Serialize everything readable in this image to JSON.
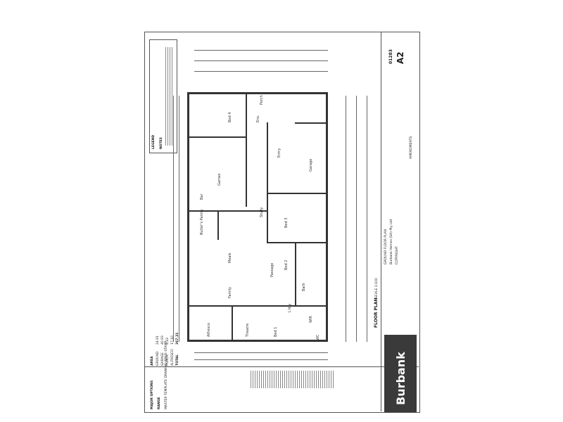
{
  "legend": {
    "title": "LEGEND",
    "notes_title": "NOTES"
  },
  "rooms": {
    "bed4": "Bed 4",
    "bed3": "Bed 3",
    "bed2": "Bed 2",
    "bed1": "Bed 1",
    "games": "Games",
    "bar": "Bar",
    "butlers_pantry": "Butler's Pantry",
    "meals": "Meals",
    "family": "Family",
    "theatre": "Theatre",
    "study": "Study",
    "garage": "Garage",
    "porch": "Porch",
    "entry": "Entry",
    "ens": "Ens.",
    "bath": "Bath",
    "ldry": "L'dry",
    "wir": "WIR",
    "wc": "WC",
    "passage": "Passage",
    "alfresco": "Alfresco"
  },
  "titleblock": {
    "job_no": "01283",
    "sheet_size": "A2",
    "drawing_title": "GROUND FLOOR PLAN",
    "amendments": "AMENDMENTS",
    "company": "Burbank Homes (SA) Pty Ltd",
    "copyright": "COPYRIGHT"
  },
  "brand": {
    "name": "Burbank"
  },
  "floor_plan_label": "FLOOR PLAN",
  "floor_plan_scale": "SCALE 1:100",
  "stamp": {
    "major_options": "MAJOR OPTIONS",
    "range": "RANGE",
    "master_template": "MASTER TEMPLATE DRAWING ISSUE STAMP"
  },
  "areas": {
    "heading": "AREA",
    "rows": [
      {
        "label": "GROUND",
        "value": "24.91"
      },
      {
        "label": "GARAGE",
        "value": "40.93"
      },
      {
        "label": "PORCH",
        "value": "4.43"
      },
      {
        "label": "ALFRESCO",
        "value": "17.10"
      },
      {
        "label": "TOTAL",
        "value": "267.31"
      }
    ]
  },
  "colors": {
    "line": "#333333",
    "logo_bg": "#3a3a3a",
    "paper": "#ffffff"
  }
}
